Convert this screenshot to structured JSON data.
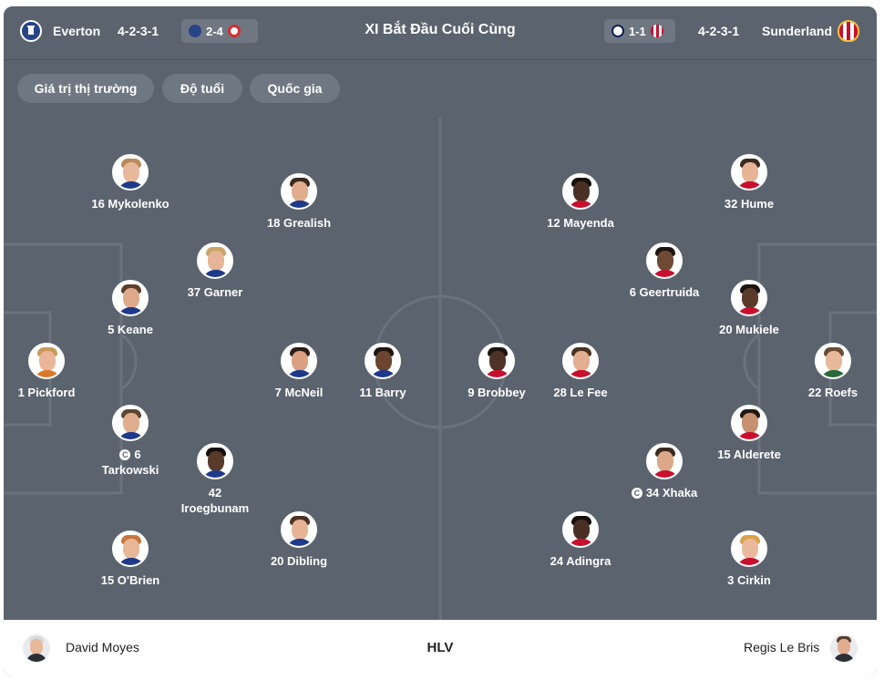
{
  "header": {
    "home_team": "Everton",
    "home_formation": "4-2-3-1",
    "home_last_score": "2-4",
    "title": "XI Bắt Đầu Cuối Cùng",
    "away_last_score": "1-1",
    "away_formation": "4-2-3-1",
    "away_team": "Sunderland"
  },
  "filters": [
    "Giá trị thị trường",
    "Độ tuổi",
    "Quốc gia"
  ],
  "home_players": [
    {
      "label": "16 Mykolenko",
      "captain": false,
      "skin": "#e8b89a",
      "hair": "#b98a5a",
      "shirt": "#1e3a8a"
    },
    {
      "label": "18 Grealish",
      "captain": false,
      "skin": "#e2ad8e",
      "hair": "#3b2a1f",
      "shirt": "#1e3a8a"
    },
    {
      "label": "37 Garner",
      "captain": false,
      "skin": "#e6b496",
      "hair": "#c9a46a",
      "shirt": "#1e3a8a"
    },
    {
      "label": "5 Keane",
      "captain": false,
      "skin": "#deaa8b",
      "hair": "#5a3e2b",
      "shirt": "#1e3a8a"
    },
    {
      "label": "1 Pickford",
      "captain": false,
      "skin": "#eab69a",
      "hair": "#c99a5a",
      "shirt": "#d97a2b"
    },
    {
      "label": "7 McNeil",
      "captain": false,
      "skin": "#d9a081",
      "hair": "#2a1d15",
      "shirt": "#1e3a8a"
    },
    {
      "label": "11 Barry",
      "captain": false,
      "skin": "#6b4530",
      "hair": "#1e1410",
      "shirt": "#1e3a8a"
    },
    {
      "label": "6 Tarkowski",
      "captain": true,
      "skin": "#e0ad8f",
      "hair": "#5e4431",
      "shirt": "#1e3a8a"
    },
    {
      "label": "42 Iroegbunam",
      "captain": false,
      "skin": "#5a3a2a",
      "hair": "#15100c",
      "shirt": "#1e3a8a"
    },
    {
      "label": "15 O'Brien",
      "captain": false,
      "skin": "#e9b796",
      "hair": "#c6783e",
      "shirt": "#1e3a8a"
    },
    {
      "label": "20 Dibling",
      "captain": false,
      "skin": "#e6b395",
      "hair": "#4a3324",
      "shirt": "#1e3a8a"
    }
  ],
  "away_players": [
    {
      "label": "12 Mayenda",
      "captain": false,
      "skin": "#4a3024",
      "hair": "#15100c",
      "shirt": "#c8102e"
    },
    {
      "label": "32 Hume",
      "captain": false,
      "skin": "#e6b395",
      "hair": "#3a2a1e",
      "shirt": "#c8102e"
    },
    {
      "label": "6 Geertruida",
      "captain": false,
      "skin": "#6e4a35",
      "hair": "#1b1410",
      "shirt": "#c8102e"
    },
    {
      "label": "20 Mukiele",
      "captain": false,
      "skin": "#5a3b2a",
      "hair": "#1b1410",
      "shirt": "#c8102e"
    },
    {
      "label": "9 Brobbey",
      "captain": false,
      "skin": "#4e3426",
      "hair": "#1b1410",
      "shirt": "#c8102e"
    },
    {
      "label": "28 Le Fee",
      "captain": false,
      "skin": "#e2ae90",
      "hair": "#4a3324",
      "shirt": "#c8102e"
    },
    {
      "label": "22 Roefs",
      "captain": false,
      "skin": "#e8b89a",
      "hair": "#6b4c34",
      "shirt": "#2a6a3a"
    },
    {
      "label": "15 Alderete",
      "captain": false,
      "skin": "#c79070",
      "hair": "#221812",
      "shirt": "#c8102e"
    },
    {
      "label": "34 Xhaka",
      "captain": true,
      "skin": "#dba98a",
      "hair": "#3a2a1e",
      "shirt": "#c8102e"
    },
    {
      "label": "24 Adingra",
      "captain": false,
      "skin": "#4a3024",
      "hair": "#15100c",
      "shirt": "#c8102e"
    },
    {
      "label": "3 Cirkin",
      "captain": false,
      "skin": "#eab99c",
      "hair": "#d9a24a",
      "shirt": "#c8102e"
    }
  ],
  "coaches": {
    "home_name": "David Moyes",
    "label": "HLV",
    "away_name": "Regis Le Bris"
  },
  "colors": {
    "pitch": "#5b636e",
    "pitch_lines": "#6a727d",
    "chip": "#6f7782",
    "everton_blue": "#274488",
    "sunderland_red": "#c8102e",
    "brentford_red": "#d32f2f",
    "tottenham_navy": "#132257"
  },
  "icons": {
    "home_crest": "everton-crest-icon",
    "away_crest": "sunderland-crest-icon",
    "captain": "captain-icon"
  }
}
